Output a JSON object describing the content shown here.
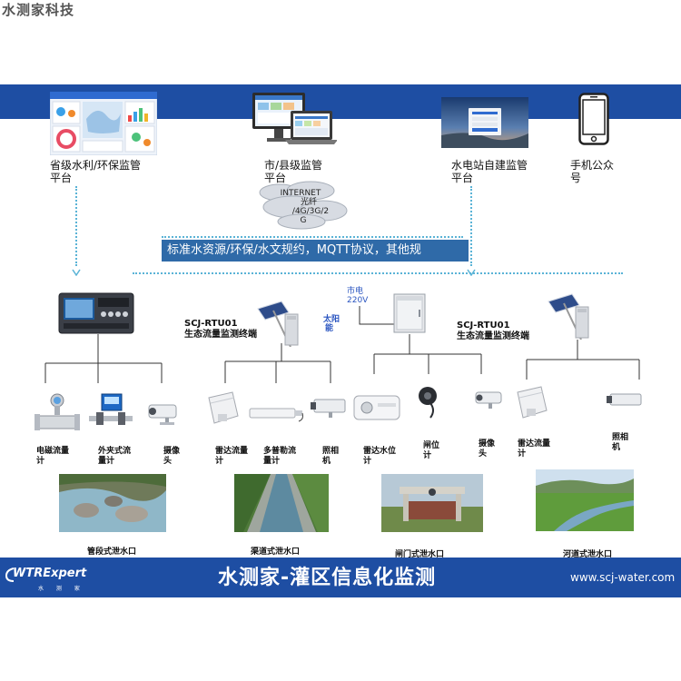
{
  "watermark": "水测家科技",
  "platforms": [
    {
      "label_line1": "省级水利/环保监管",
      "label_line2": "平台"
    },
    {
      "label_line1": "市/县级监管",
      "label_line2": "平台"
    },
    {
      "label_line1": "水电站自建监管",
      "label_line2": "平台"
    },
    {
      "label_line1": "手机公众",
      "label_line2": "号"
    }
  ],
  "network": {
    "line1": "INTERNET",
    "line2": "光纤",
    "line3": "/4G/3G/2",
    "line4": "G"
  },
  "standards": "标准水资源/环保/水文规约，MQTT协议，其他规",
  "power": {
    "line1": "市电",
    "line2": "220V"
  },
  "solar": {
    "line1": "太阳",
    "line2": "能"
  },
  "rtu": [
    {
      "line1": "SCJ-RTU01",
      "line2": "生态流量监测终端"
    },
    {
      "line1": "SCJ-RTU01",
      "line2": "生态流量监测终端"
    }
  ],
  "devices": [
    {
      "line1": "电磁流量",
      "line2": "计"
    },
    {
      "line1": "外夹式流",
      "line2": "量计"
    },
    {
      "line1": "摄像",
      "line2": "头"
    },
    {
      "line1": "雷达流量",
      "line2": "计"
    },
    {
      "line1": "多普勒流",
      "line2": "量计"
    },
    {
      "line1": "照相",
      "line2": "机"
    },
    {
      "line1": "雷达水位",
      "line2": "计"
    },
    {
      "line1": "闸位",
      "line2": "计"
    },
    {
      "line1": "摄像",
      "line2": "头"
    },
    {
      "line1": "雷达流量",
      "line2": "计"
    },
    {
      "line1": "照相",
      "line2": "机"
    }
  ],
  "outlets": [
    "管段式泄水口",
    "渠道式泄水口",
    "闸门式泄水口",
    "河道式泄水口"
  ],
  "footer": {
    "brand": "WTRExpert",
    "brand_sub": "水 测 家",
    "title": "水测家-灌区信息化监测",
    "url": "www.scj-water.com"
  },
  "colors": {
    "band": "#1e4ea3",
    "std_box": "#2f6aa8",
    "dotted": "#5ab3d6",
    "accent_text": "#2a55c0"
  }
}
